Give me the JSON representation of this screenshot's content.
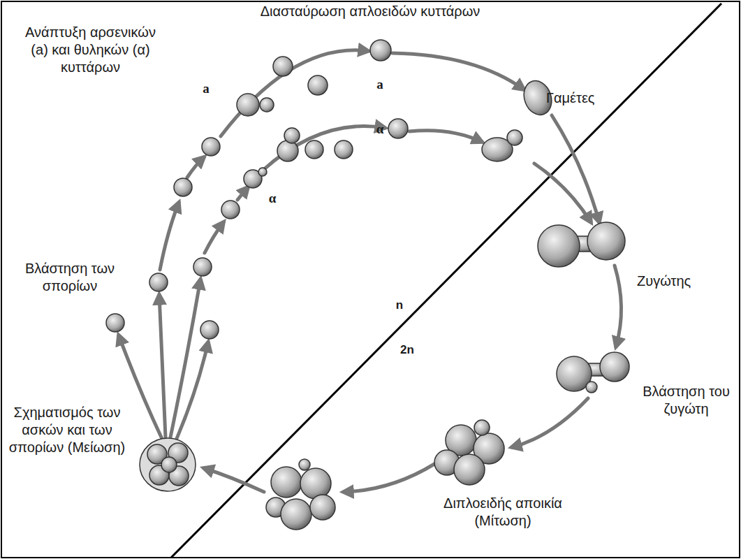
{
  "diagram": {
    "labels": [
      "Διασταύρωση απλοειδών κυττάρων",
      "Ανάπτυξη αρσενικών (a) και θυληκών (α) κυττάρων",
      "a",
      "a",
      "α",
      "α",
      "Γαμέτες",
      "Ζυγώτης",
      "n",
      "2n",
      "Βλάστηση του ζυγώτη",
      "Διπλοειδής αποικία (Μίτωση)",
      "Σχηματισμός των ασκών και των σπορίων (Μείωση)",
      "Βλάστηση των σπορίων"
    ]
  }
}
